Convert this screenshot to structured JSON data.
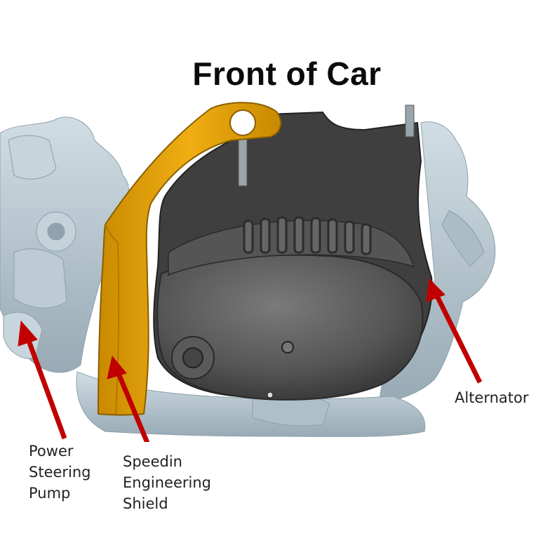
{
  "title": "Front of Car",
  "labels": {
    "power_steering_pump": [
      "Power",
      "Steering",
      "Pump"
    ],
    "shield": [
      "Speedin",
      "Engineering",
      "Shield"
    ],
    "alternator": "Alternator"
  },
  "colors": {
    "engine_parts": "#b9c9d3",
    "shield": "#e3a20b",
    "alternator": "#5c5c5c",
    "arrow": "#c00000"
  }
}
